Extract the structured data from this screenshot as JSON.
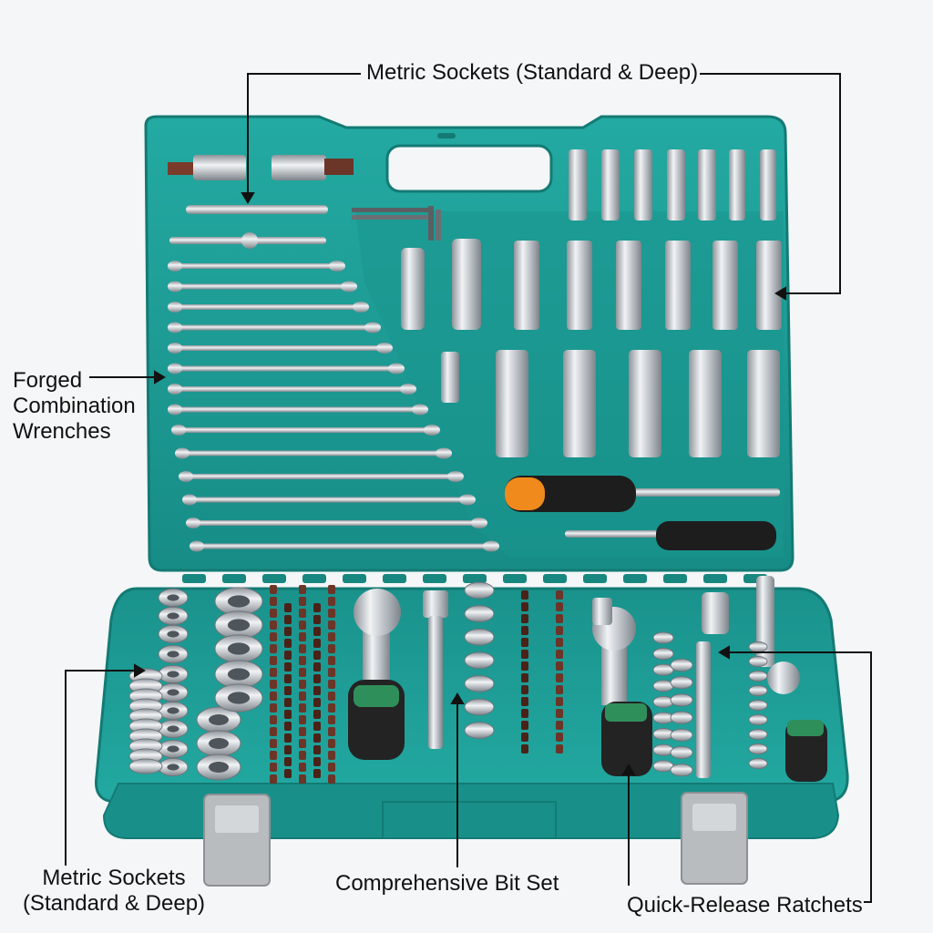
{
  "image": {
    "subject": "open teal tool case with sockets, wrenches, bits and ratchets",
    "colors": {
      "background": "#f4f6f7",
      "case_teal": "#1e9e97",
      "case_dark": "#147a74",
      "chrome": "#c9cdd1",
      "handle_grip": "#2a2a2a",
      "handle_green": "#2f8f5b",
      "screwdriver_orange": "#f08a1c",
      "latch_grey": "#b9bcbf"
    }
  },
  "callouts": {
    "top": "Metric Sockets (Standard & Deep)",
    "left": [
      "Forged",
      "Combination",
      "Wrenches"
    ],
    "bottom_left": [
      "Metric Sockets",
      "(Standard & Deep)"
    ],
    "bottom_center": "Comprehensive Bit Set",
    "bottom_right": "Quick-Release Ratchets"
  }
}
